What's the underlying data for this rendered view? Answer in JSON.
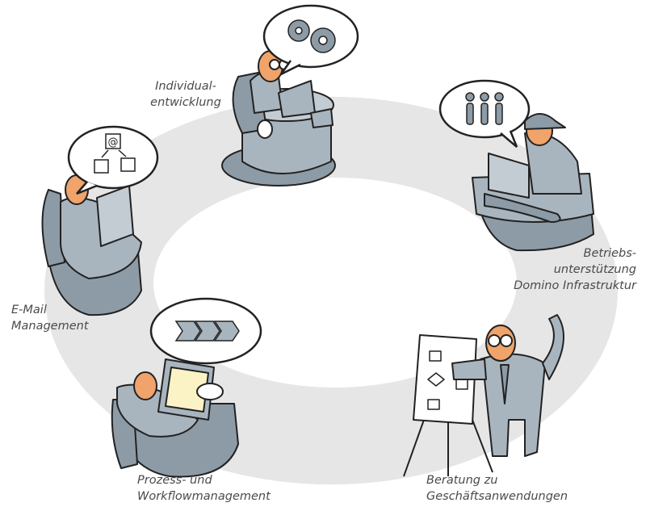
{
  "labels": {
    "individual": [
      "Individual-",
      "entwicklung"
    ],
    "betrieb": [
      "Betriebs-",
      "unterstützung",
      "Domino Infrastruktur"
    ],
    "email": [
      "E-Mail",
      "Management"
    ],
    "prozess": [
      "Prozess- und",
      "Workflowmanagement"
    ],
    "beratung": [
      "Beratung zu",
      "Geschäftsanwendungen"
    ]
  },
  "icons": {
    "email_bubble": "@",
    "infra_bubble": "iii"
  },
  "colors": {
    "ring": "#e6e6e6",
    "figure": "#a9b5be",
    "figure_dark": "#8d9ba6",
    "skin": "#f0a36a",
    "outline": "#222222",
    "screen": "#fbf3c5",
    "label": "#4a4a4a"
  }
}
